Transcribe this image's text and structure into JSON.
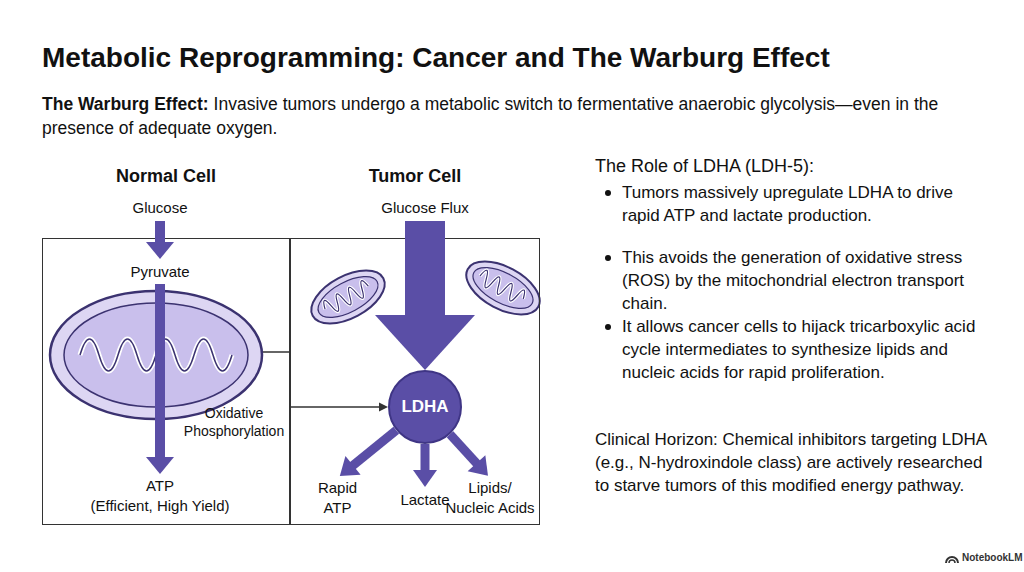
{
  "diagram": {
    "title": "Metabolic Reprogramming: Cancer and The Warburg Effect",
    "nodes": [
      {
        "text": [
          "Normal Cell"
        ]
      },
      {
        "text": [
          "Glucose"
        ],
        "in": 0
      },
      {
        "text": [
          "Pyruvate"
        ],
        "in": 0
      },
      {
        "text": [
          "ATP",
          "(Efficient, High Yield)"
        ],
        "in": 0
      },
      {
        "text": [
          "Tumor Cell"
        ]
      },
      {
        "text": [
          "Glucose Flux"
        ],
        "in": 4
      },
      {
        "text": [
          "LDHA"
        ],
        "in": 4
      },
      {
        "text": [
          "Rapid ATP"
        ],
        "in": 4
      },
      {
        "text": [
          "Lactate"
        ],
        "in": 4
      },
      {
        "text": [
          "Lipids/ Nucleic Acids"
        ],
        "in": 4
      }
    ],
    "edges": [
      {
        "from": 1,
        "to": 2,
        "arrow": "to"
      },
      {
        "from": 2,
        "to": 3,
        "arrow": "to",
        "label": "Oxidative Phosphorylation"
      },
      {
        "from": 5,
        "to": 6,
        "arrow": "to"
      },
      {
        "from": 6,
        "to": 7,
        "arrow": "to"
      },
      {
        "from": 6,
        "to": 8,
        "arrow": "to"
      },
      {
        "from": 6,
        "to": 9,
        "arrow": "to"
      },
      {
        "from": 0,
        "to": 6,
        "arrow": "to"
      }
    ],
    "labels": [
      "The Warburg Effect:",
      "Invasive tumors undergo a metabolic switch to fermentative anaerobic glycolysis—even in the presence of adequate oxygen.",
      "The Role of LDHA (LDH-5):",
      "Tumors massively upregulate LDHA to drive rapid ATP and lactate production.",
      "This avoids the generation of oxidative stress (ROS) by the mitochondrial electron transport chain.",
      "It allows cancer cells to hijack tricarboxylic acid cycle intermediates to synthesize lipids and nucleic acids for rapid proliferation.",
      "Clinical Horizon: Chemical inhibitors targeting LDHA (e.g., N-hydroxindole class) are actively researched to starve tumors of this modified energy pathway.",
      "NotebookLM"
    ]
  }
}
